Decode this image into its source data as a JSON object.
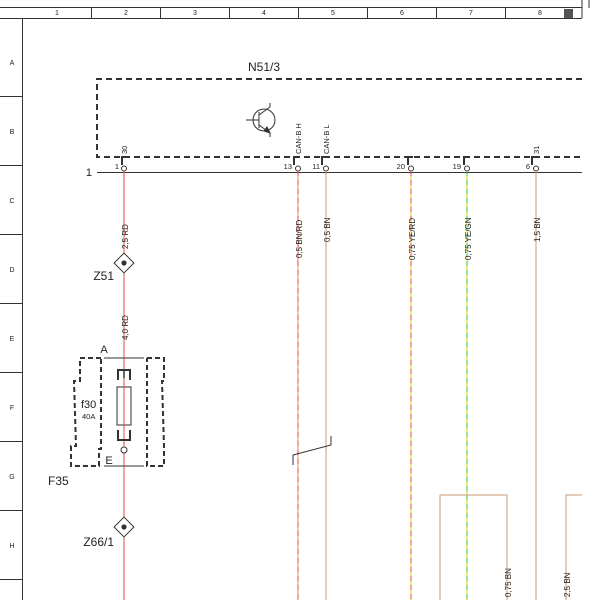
{
  "grid": {
    "columns": [
      "1",
      "2",
      "3",
      "4",
      "5",
      "6",
      "7",
      "8"
    ],
    "rows": [
      "A",
      "B",
      "C",
      "D",
      "E",
      "F",
      "G",
      "H"
    ]
  },
  "module": {
    "label": "N51/3",
    "left_marker": "1",
    "pins": [
      {
        "id": "1",
        "terminal": "30"
      },
      {
        "id": "13",
        "terminal": "CAN-B H"
      },
      {
        "id": "11",
        "terminal": "CAN-B L"
      },
      {
        "id": "20",
        "terminal": ""
      },
      {
        "id": "19",
        "terminal": ""
      },
      {
        "id": "6",
        "terminal": "31"
      }
    ]
  },
  "wires": {
    "w1_upper": "2,5 RD",
    "w1_lower": "4,0 RD",
    "w13": "0,5 BN/RD",
    "w11": "0,5 BN",
    "w20": "0,75 YE/RD",
    "w19": "0,75 YE/GN",
    "w6": "1,5 BN",
    "w_bottom1": "0,75 BN",
    "w_bottom2": "2,5 BN"
  },
  "splices": {
    "z1": "Z51",
    "z2": "Z66/1"
  },
  "fuse_box": {
    "label": "F35",
    "top_terminal": "A",
    "bottom_terminal": "E",
    "fuse_name": "f30",
    "fuse_rating": "40A"
  },
  "colors": {
    "red": "#e8483f",
    "brown": "#c99a72",
    "yellow": "#e2d800",
    "green": "#3ec23e",
    "frame": "#333333"
  }
}
